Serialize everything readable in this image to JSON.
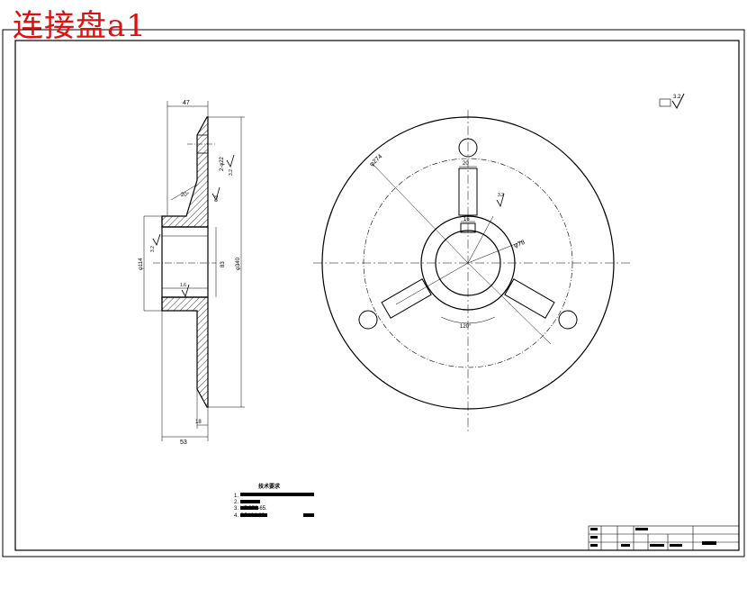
{
  "title": "连接盘a1",
  "roughness_note": "3.2",
  "side_view": {
    "dims": {
      "top_width": "47",
      "bottom_width": "53",
      "bottom_small": "18",
      "bore_dia": "φ114",
      "inner_dia": "83",
      "outer_dia": "φ340",
      "holes": "2-φ22",
      "angle": "20°"
    },
    "rough": {
      "r1": "3.2",
      "r2": "6.3",
      "r3": "3.2",
      "r4": "1.6"
    }
  },
  "front_view": {
    "dims": {
      "dia_274": "φ274",
      "dia_78": "φ78",
      "slot_w": "20",
      "key_w": "16",
      "angle_120": "120°",
      "rough": "3.2"
    }
  },
  "tech_notes": {
    "heading": "技术要求",
    "items": [
      "1.",
      "2.",
      "3.        HRC50-65.",
      "4.            GB184-80"
    ]
  }
}
